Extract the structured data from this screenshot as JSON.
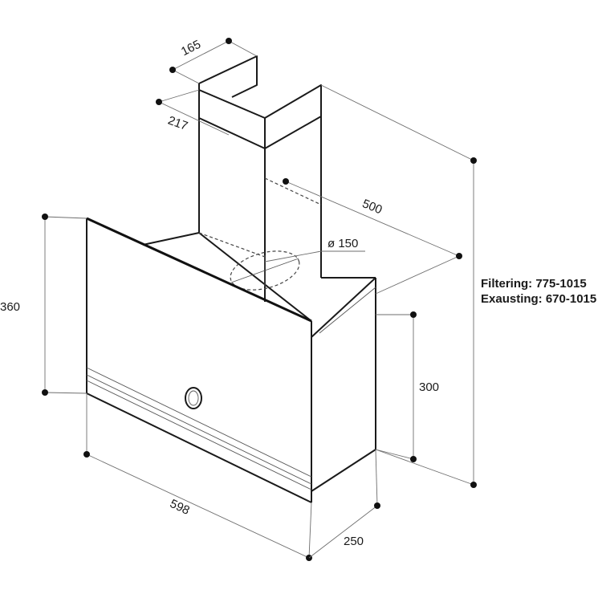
{
  "dimensions": {
    "chimney_width": "165",
    "chimney_depth": "217",
    "depth_to_outlet": "500",
    "outlet_diameter": "ø 150",
    "glass_height": "360",
    "body_height": "300",
    "width": "598",
    "depth": "250"
  },
  "notes": {
    "filtering": "Filtering: 775-1015",
    "exhausting": "Exausting: 670-1015"
  }
}
